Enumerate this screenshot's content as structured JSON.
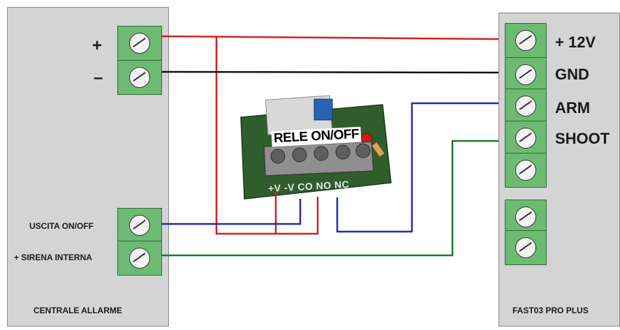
{
  "left_panel": {
    "title": "CENTRALE ALLARME",
    "terminals": [
      {
        "label": "+"
      },
      {
        "label": "–"
      },
      {
        "label": "USCITA ON/OFF"
      },
      {
        "label": "+ SIRENA INTERNA"
      }
    ]
  },
  "right_panel": {
    "title": "FAST03 PRO PLUS",
    "terminals": [
      {
        "label": "+ 12V"
      },
      {
        "label": "GND"
      },
      {
        "label": "ARM"
      },
      {
        "label": "SHOOT"
      },
      {
        "label": ""
      },
      {
        "label": ""
      },
      {
        "label": ""
      }
    ]
  },
  "relay_module": {
    "label": "RELE ON/OFF",
    "pins": "+V  -V  CO  NO  NC"
  },
  "colors": {
    "positive_wire": "#d42020",
    "negative_wire": "#111111",
    "arm_wire": "#1c2fa8",
    "shoot_wire": "#1f7a2a",
    "terminal": "#6dbb73",
    "panel": "#d4d4d4"
  }
}
